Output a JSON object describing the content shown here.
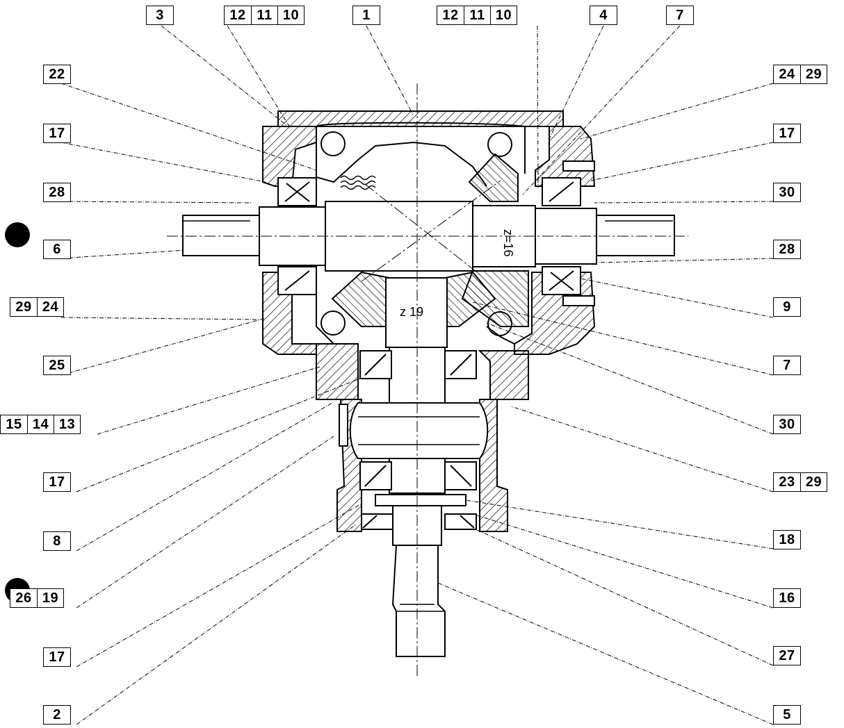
{
  "diagram": {
    "stroke_color": "#000000",
    "hatch_color": "#000000",
    "background": "#ffffff",
    "labels": [
      {
        "id": "top-3",
        "parts": [
          "3"
        ]
      },
      {
        "id": "top-12-11-10-left",
        "parts": [
          "12",
          "11",
          "10"
        ]
      },
      {
        "id": "top-1",
        "parts": [
          "1"
        ]
      },
      {
        "id": "top-12-11-10-right",
        "parts": [
          "12",
          "11",
          "10"
        ]
      },
      {
        "id": "top-4",
        "parts": [
          "4"
        ]
      },
      {
        "id": "top-7",
        "parts": [
          "7"
        ]
      },
      {
        "id": "left-22",
        "parts": [
          "22"
        ]
      },
      {
        "id": "left-17-a",
        "parts": [
          "17"
        ]
      },
      {
        "id": "left-28",
        "parts": [
          "28"
        ]
      },
      {
        "id": "left-6",
        "parts": [
          "6"
        ]
      },
      {
        "id": "left-29-24",
        "parts": [
          "29",
          "24"
        ]
      },
      {
        "id": "left-25",
        "parts": [
          "25"
        ]
      },
      {
        "id": "left-15-14-13",
        "parts": [
          "15",
          "14",
          "13"
        ]
      },
      {
        "id": "left-17-b",
        "parts": [
          "17"
        ]
      },
      {
        "id": "left-8",
        "parts": [
          "8"
        ]
      },
      {
        "id": "left-26-19",
        "parts": [
          "26",
          "19"
        ]
      },
      {
        "id": "left-17-c",
        "parts": [
          "17"
        ]
      },
      {
        "id": "left-2",
        "parts": [
          "2"
        ]
      },
      {
        "id": "right-24-29",
        "parts": [
          "24",
          "29"
        ]
      },
      {
        "id": "right-17",
        "parts": [
          "17"
        ]
      },
      {
        "id": "right-30-a",
        "parts": [
          "30"
        ]
      },
      {
        "id": "right-28",
        "parts": [
          "28"
        ]
      },
      {
        "id": "right-9",
        "parts": [
          "9"
        ]
      },
      {
        "id": "right-7",
        "parts": [
          "7"
        ]
      },
      {
        "id": "right-30-b",
        "parts": [
          "30"
        ]
      },
      {
        "id": "right-23-29",
        "parts": [
          "23",
          "29"
        ]
      },
      {
        "id": "right-18",
        "parts": [
          "18"
        ]
      },
      {
        "id": "right-16",
        "parts": [
          "16"
        ]
      },
      {
        "id": "right-27",
        "parts": [
          "27"
        ]
      },
      {
        "id": "right-5",
        "parts": [
          "5"
        ]
      }
    ],
    "gear_annotations": {
      "horizontal_gear": "z=16",
      "vertical_gear": "z 19"
    }
  }
}
